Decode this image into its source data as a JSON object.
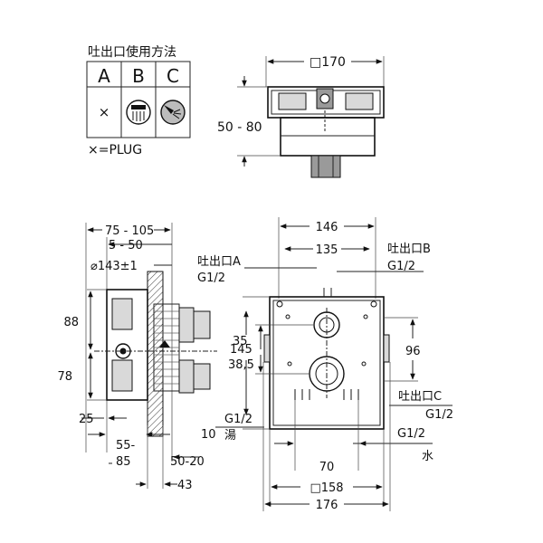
{
  "legend": {
    "title": "吐出口使用方法",
    "headers": [
      "A",
      "B",
      "C"
    ],
    "row_symbols": [
      "×",
      "shower-head-icon",
      "hand-shower-icon"
    ],
    "note": "×=PLUG"
  },
  "top_view": {
    "width": "□170",
    "depth": "50 - 80"
  },
  "side_view": {
    "top_a": "75 - 105",
    "top_b": "5 - 50",
    "diameter": "⌀143±1",
    "left_88": "88",
    "left_78": "78",
    "left_25": "25",
    "bottom_55": "55-",
    "bottom_85": "85",
    "bottom_5020": "50-20",
    "bottom_43": "43",
    "dim_10": "10",
    "hot": "湯",
    "g12_hot": "G1/2"
  },
  "front_view": {
    "w146": "146",
    "w135": "135",
    "outlet_a": "吐出口A",
    "outlet_a_thread": "G1/2",
    "outlet_b": "吐出口B",
    "outlet_b_thread": "G1/2",
    "outlet_c": "吐出口C",
    "outlet_c_thread": "G1/2",
    "h145": "145",
    "v35": "35",
    "v385": "38,5",
    "v96": "96",
    "w70": "70",
    "w158": "□158",
    "w176": "176",
    "cold": "水",
    "g12_cold": "G1/2"
  }
}
